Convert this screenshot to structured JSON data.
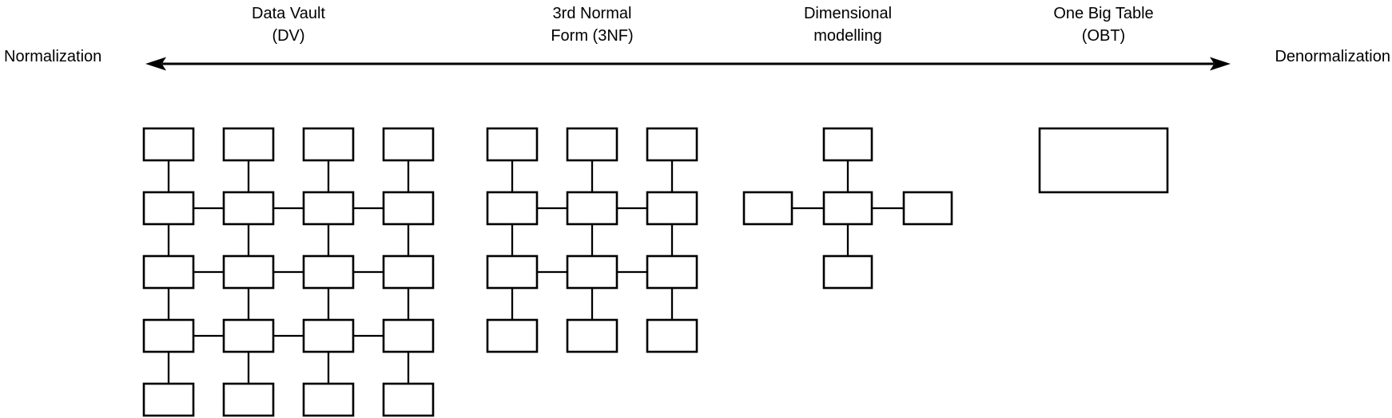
{
  "axis": {
    "left_label": "Normalization",
    "right_label": "Denormalization"
  },
  "approaches": [
    {
      "title_line1": "Data Vault",
      "title_line2": "(DV)"
    },
    {
      "title_line1": "3rd Normal",
      "title_line2": "Form (3NF)"
    },
    {
      "title_line1": "Dimensional",
      "title_line2": "modelling"
    },
    {
      "title_line1": "One Big Table",
      "title_line2": "(OBT)"
    }
  ],
  "diagrams": [
    {
      "name": "data-vault-schema",
      "type": "grid",
      "columns": 4,
      "rows": 5,
      "horizontally_linked_rows": [
        2,
        3,
        4
      ],
      "table_count": 20
    },
    {
      "name": "third-normal-form-schema",
      "type": "grid",
      "columns": 3,
      "rows": 4,
      "horizontally_linked_rows": [
        2,
        3
      ],
      "table_count": 12
    },
    {
      "name": "dimensional-star-schema",
      "type": "star",
      "satellites": 4,
      "table_count": 5
    },
    {
      "name": "one-big-table-schema",
      "type": "single",
      "table_count": 1
    }
  ],
  "colors": {
    "stroke": "#000000",
    "table_fill": "#ffffff",
    "background": "#ffffff"
  }
}
